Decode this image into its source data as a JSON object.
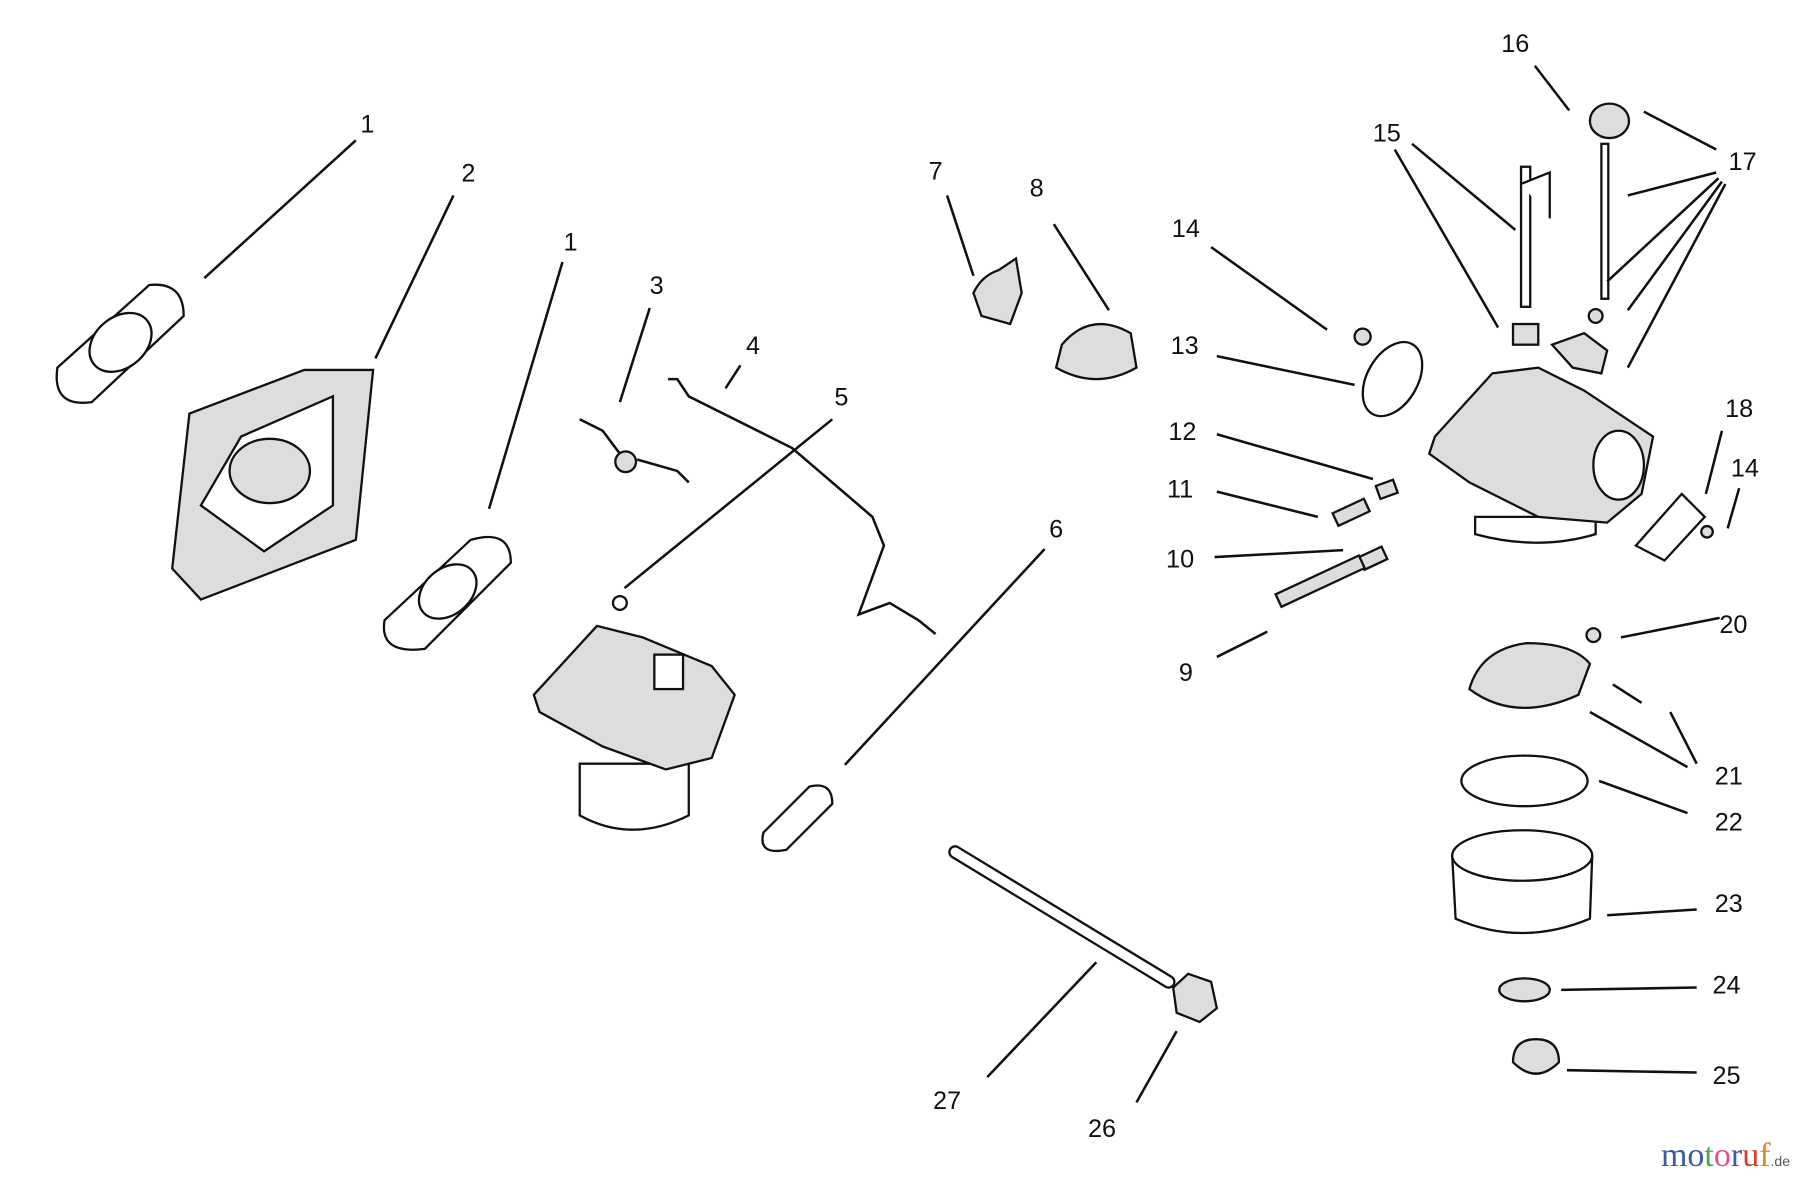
{
  "diagram": {
    "callouts": [
      "1",
      "2",
      "1",
      "3",
      "4",
      "5",
      "6",
      "7",
      "8",
      "14",
      "13",
      "12",
      "11",
      "10",
      "9",
      "15",
      "16",
      "17",
      "18",
      "14",
      "20",
      "21",
      "22",
      "23",
      "24",
      "25",
      "26",
      "27"
    ],
    "watermark": {
      "text": "motoruf",
      "suffix": ".de",
      "colors": [
        "#3a5ba8",
        "#3a5ba8",
        "#4aa84a",
        "#e0508a",
        "#3a5ba8",
        "#d04030",
        "#e08a20",
        "#e8c020"
      ]
    }
  }
}
